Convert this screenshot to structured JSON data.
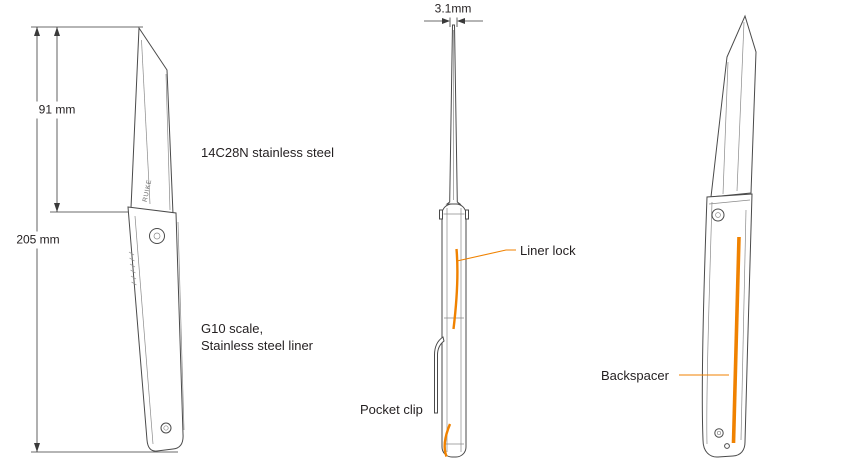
{
  "brand": "RUIKE",
  "accent_color": "#F08200",
  "line_color": "#4a4a4a",
  "views": {
    "side": {
      "dim_blade": "91 mm",
      "dim_total": "205 mm",
      "blade_label": "14C28N stainless steel",
      "handle_label_line1": "G10 scale,",
      "handle_label_line2": "Stainless steel liner"
    },
    "front": {
      "dim_thickness": "3.1mm",
      "liner_lock_label": "Liner lock",
      "pocket_clip_label": "Pocket clip"
    },
    "back": {
      "backspacer_label": "Backspacer"
    }
  }
}
